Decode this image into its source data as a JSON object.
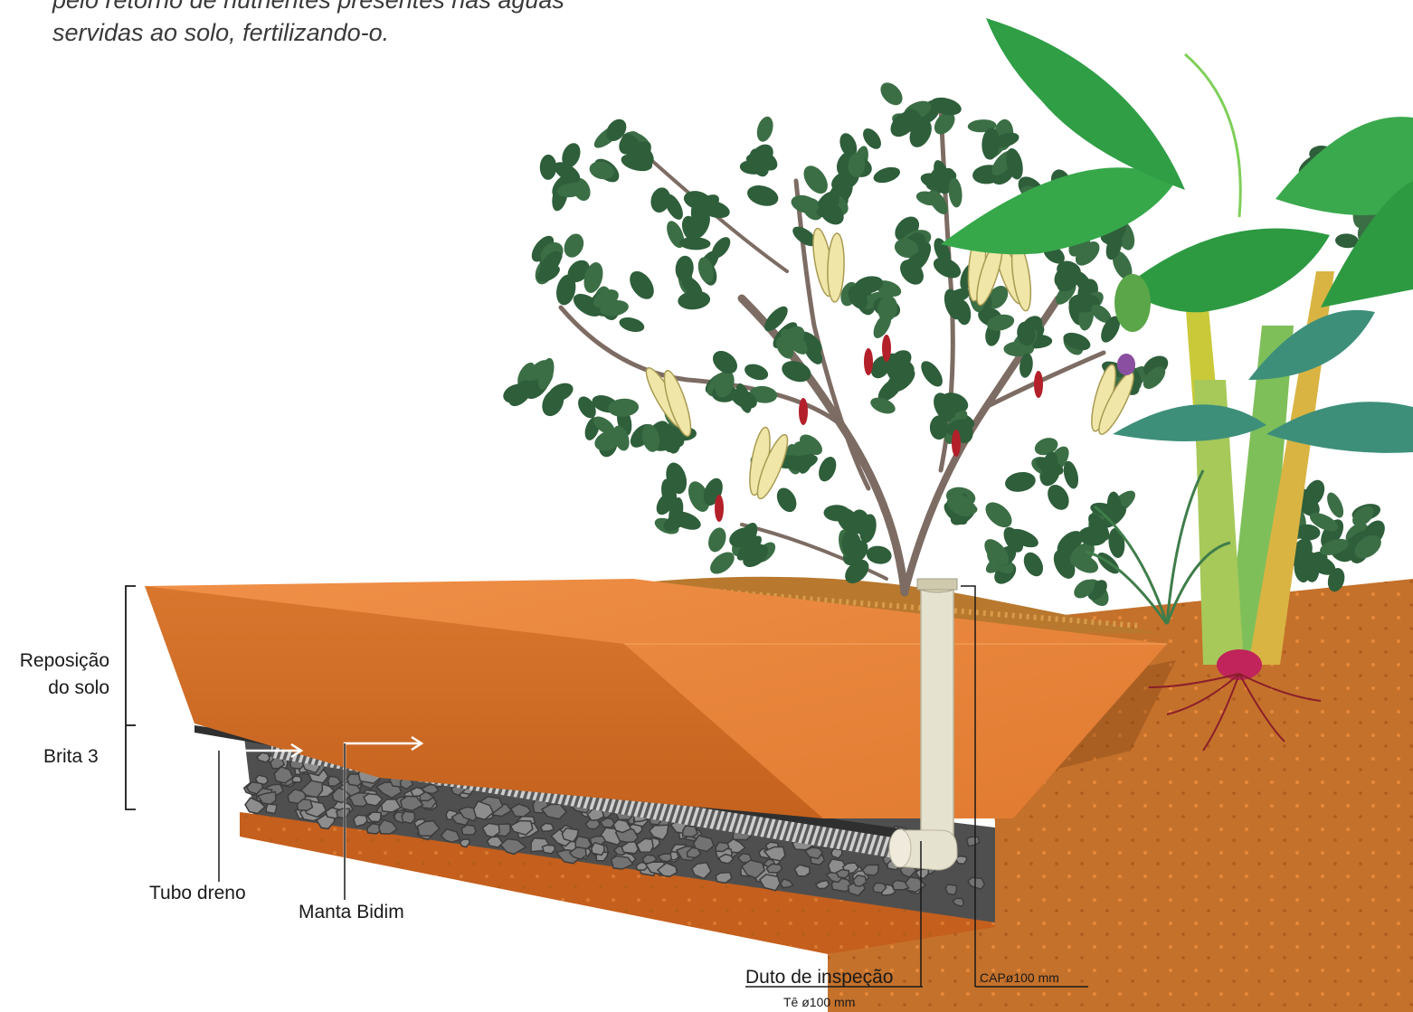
{
  "caption": {
    "line1": "pelo retorno de nutrientes presentes nas águas",
    "line2": "servidas ao solo, fertilizando-o."
  },
  "labels": {
    "reposicao_line1": "Reposição",
    "reposicao_line2": "do solo",
    "brita": "Brita 3",
    "tubo_dreno": "Tubo dreno",
    "manta_bidim": "Manta Bidim",
    "duto_inspecao": "Duto de inspeção",
    "te": "Tê ø100 mm",
    "cap": "CAPø100 mm"
  },
  "colors": {
    "soil_top": "#e8843a",
    "soil_face": "#c96a24",
    "ground": "#c4712b",
    "gravel": "#6b6b6b",
    "pipe": "#e6e2d0",
    "leaf_dark": "#2e5e3a",
    "leaf_banana": "#36a84a",
    "pod": "#efe6a8",
    "flower": "#b3202a"
  }
}
